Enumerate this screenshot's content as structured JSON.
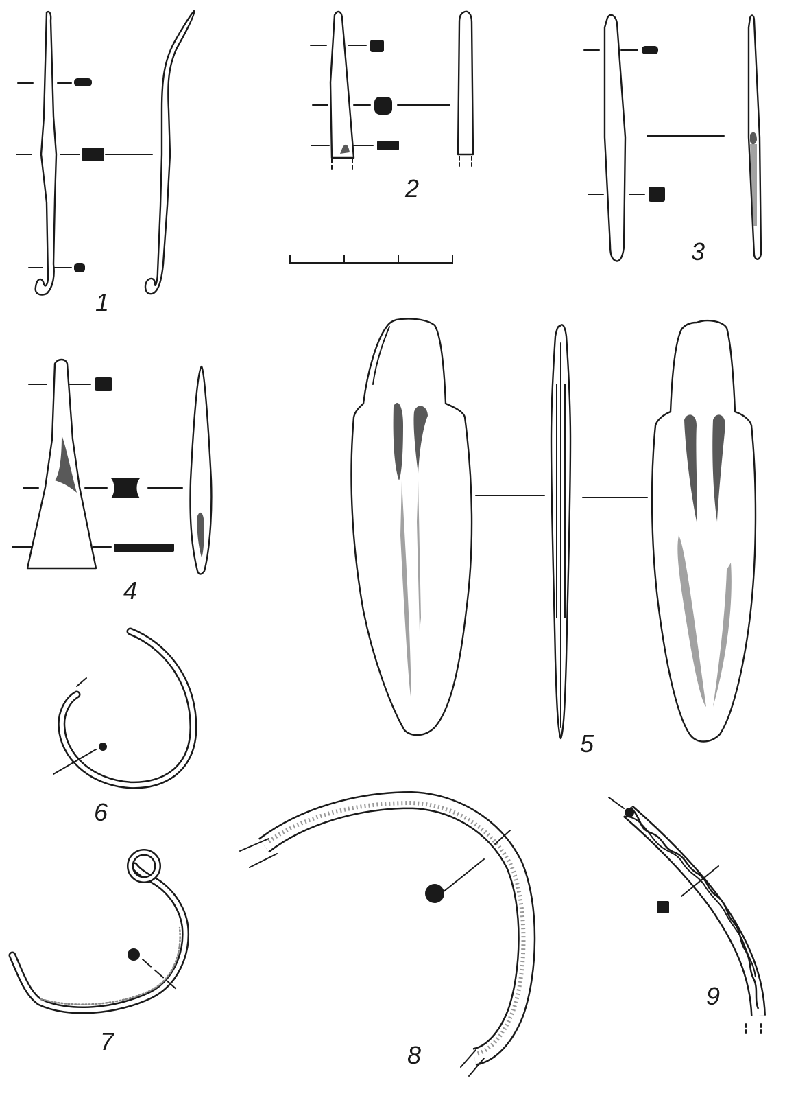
{
  "figure_labels": {
    "f1": "1",
    "f2": "2",
    "f3": "3",
    "f4": "4",
    "f5": "5",
    "f6": "6",
    "f7": "7",
    "f8": "8",
    "f9": "9"
  },
  "scale_bar": {
    "divisions": 3
  },
  "colors": {
    "ink": "#1a1a1a",
    "paper": "#ffffff"
  }
}
